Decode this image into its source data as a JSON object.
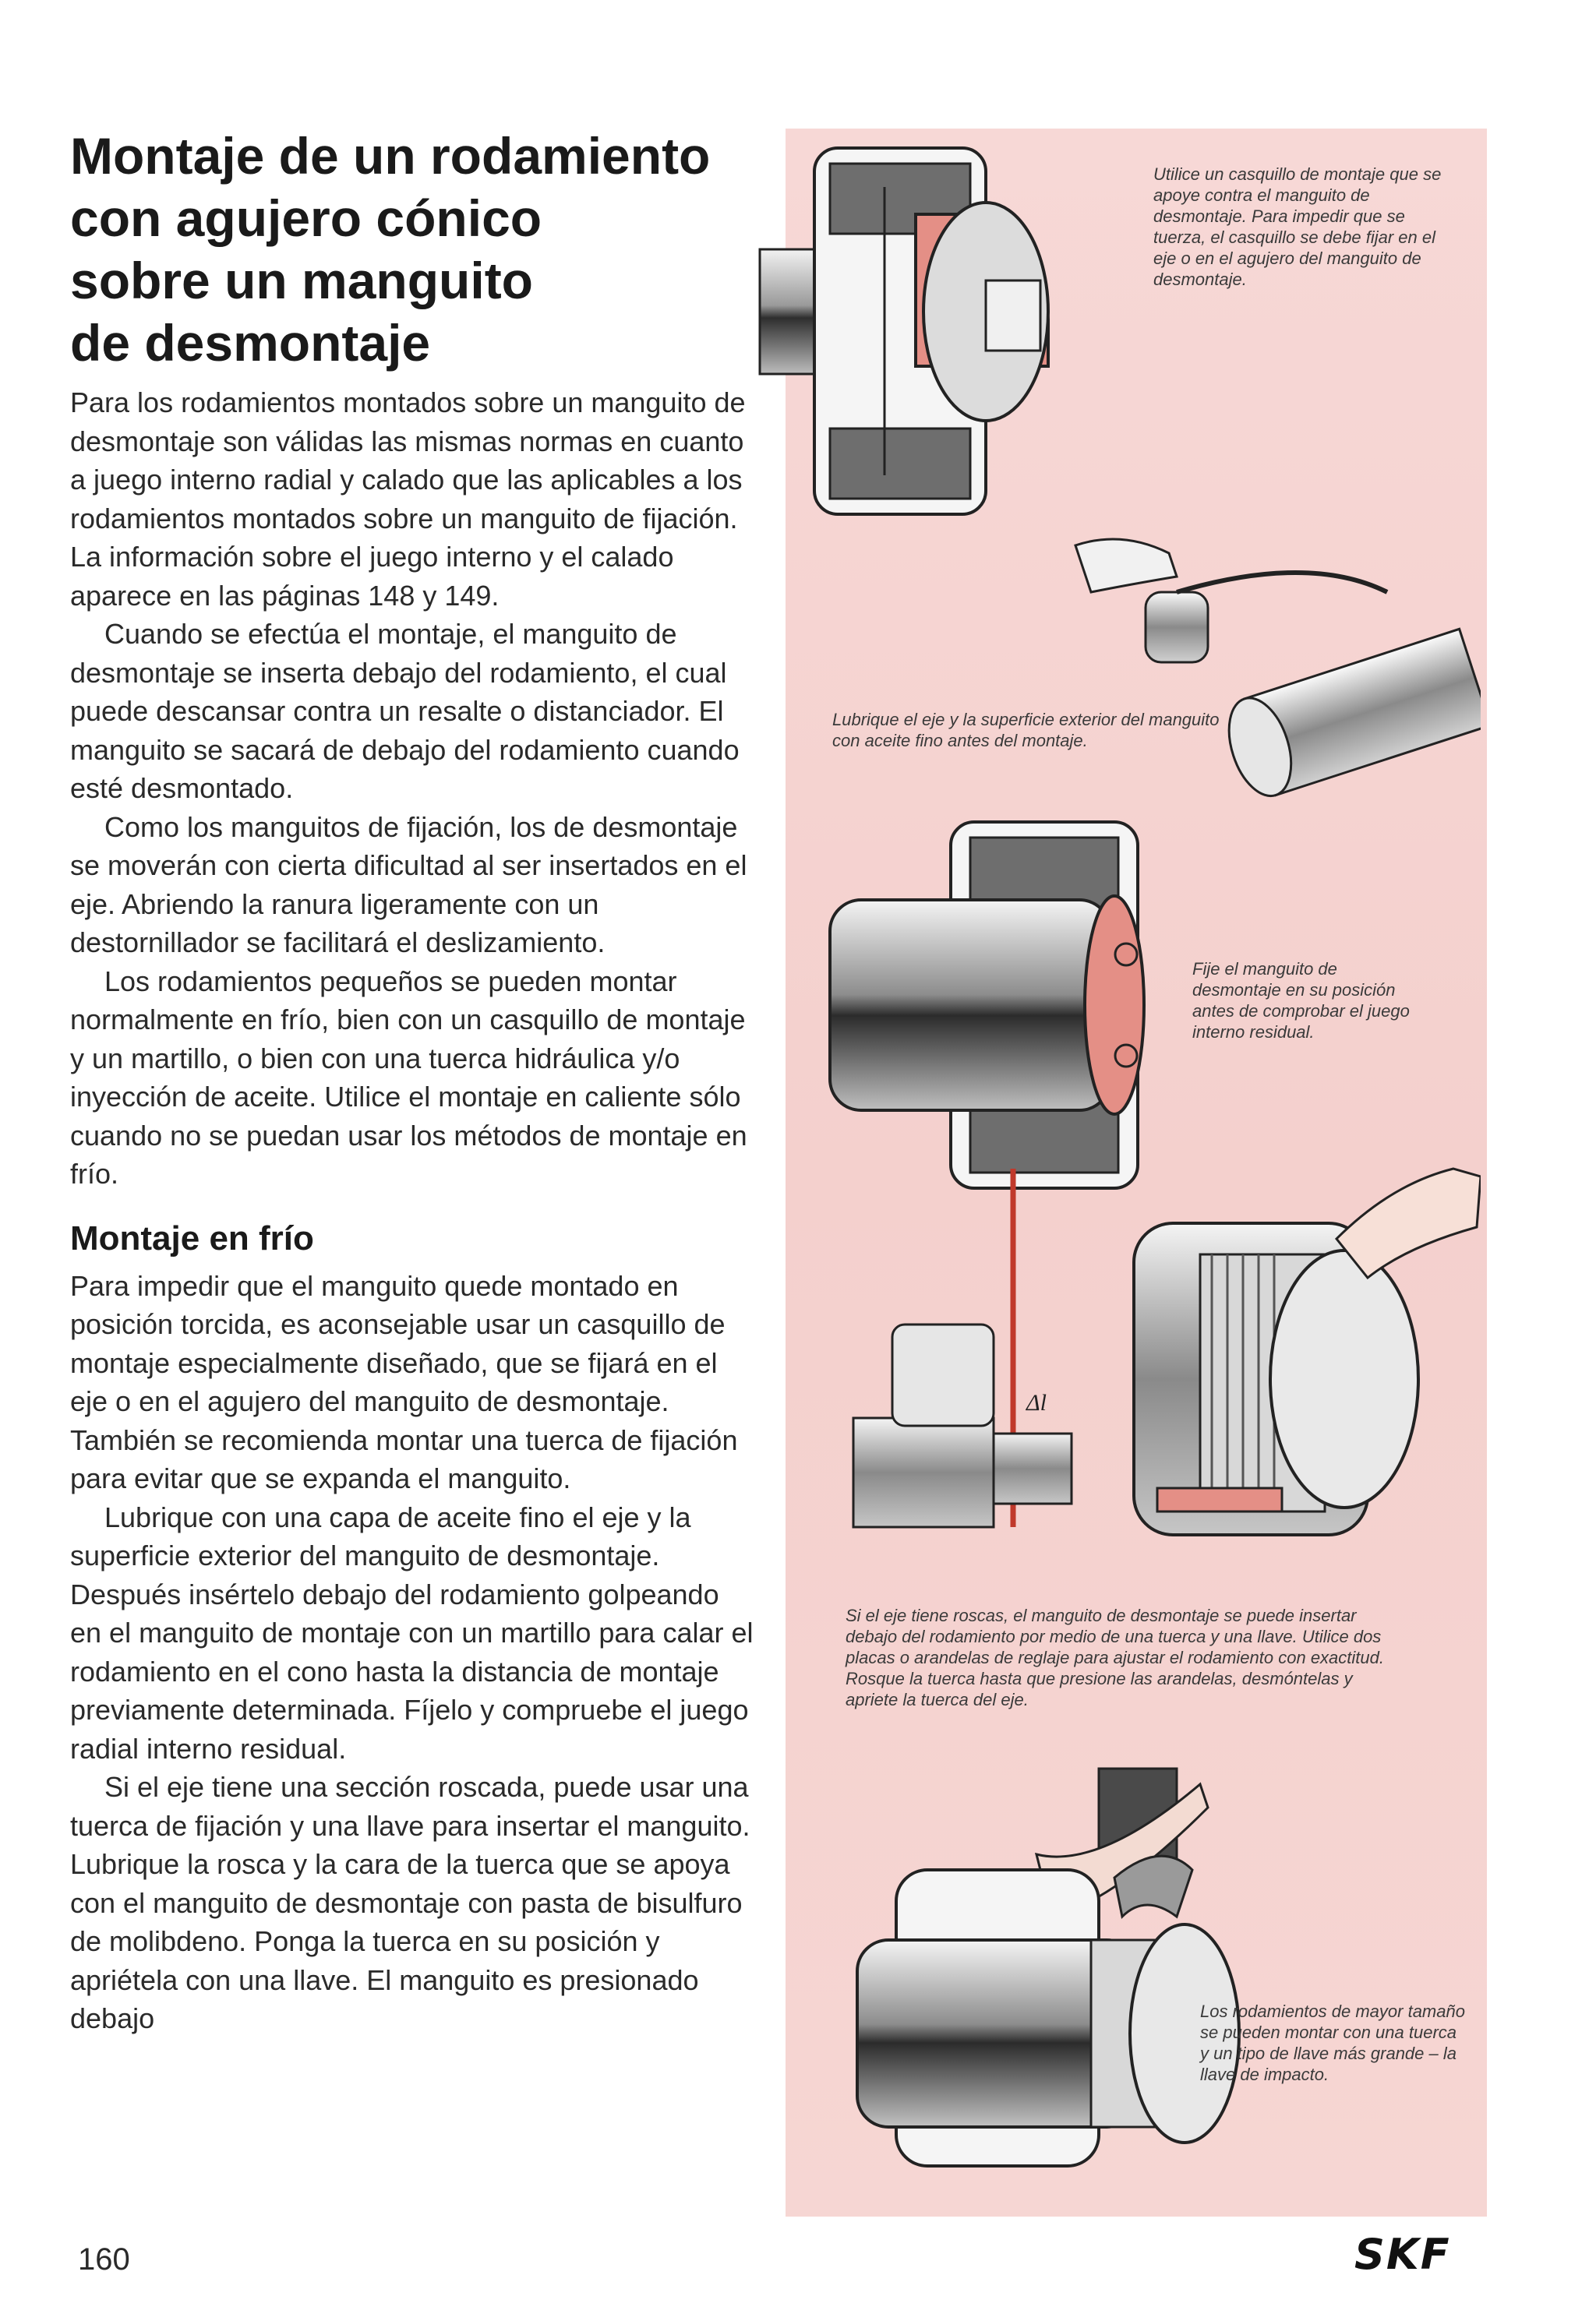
{
  "title_lines": [
    "Montaje de un rodamiento",
    "con agujero cónico",
    "sobre un manguito",
    "de desmontaje"
  ],
  "intro_paragraphs": [
    "Para los rodamientos montados sobre un manguito de desmontaje son válidas las mismas normas en cuanto a juego interno radial y calado que las aplicables a los rodamientos montados sobre un manguito de fijación. La información sobre el juego interno y el calado aparece en las páginas 148 y 149.",
    "Cuando se efectúa el montaje, el manguito de desmontaje se inserta debajo del rodamiento, el cual puede descansar contra un resalte o distanciador. El manguito se sacará de debajo del rodamiento cuando esté desmontado.",
    "Como los manguitos de fijación, los de desmontaje se moverán con cierta dificultad al ser insertados en el eje. Abriendo la ranura ligeramente con un destornillador se facilitará el deslizamiento.",
    "Los rodamientos pequeños se pueden montar normalmente en frío, bien con un casquillo de montaje y un martillo, o bien con una tuerca hidráulica y/o inyección de aceite. Utilice el montaje en caliente sólo cuando no se puedan usar los métodos de montaje en frío."
  ],
  "section_heading": "Montaje en frío",
  "cold_paragraphs": [
    "Para impedir que el manguito quede montado en posición torcida, es aconsejable usar un casquillo de montaje especialmente diseñado, que se fijará en el eje o en el agujero del manguito de desmontaje. También se recomienda montar una tuerca de fijación para evitar que se expanda el manguito.",
    "Lubrique con una capa de aceite fino el eje y la superficie exterior del manguito de desmontaje. Después insértelo debajo del rodamiento golpeando en el manguito de montaje con un martillo para calar el rodamiento en el cono hasta la distancia de montaje previamente determinada. Fíjelo y compruebe el juego radial interno residual.",
    "Si el eje tiene una sección roscada, puede usar una tuerca de fijación y una llave para insertar el manguito. Lubrique la rosca y la cara de la tuerca que se apoya con el manguito de desmontaje con pasta de bisulfuro de molibdeno. Ponga la tuerca en su posición y apriétela con una llave. El manguito es presionado debajo"
  ],
  "captions": {
    "c1": "Utilice un casquillo de montaje que se apoye contra el manguito de desmontaje. Para impedir que se tuerza, el casquillo se debe fijar en el eje o en el agujero del manguito de desmontaje.",
    "c2": "Lubrique el eje y la superficie exterior del manguito con aceite fino antes del montaje.",
    "c3": "Fije el manguito de desmontaje en su posición antes de comprobar el juego interno residual.",
    "c4": "Si el eje tiene roscas, el manguito de desmontaje se puede insertar debajo del rodamiento por medio de una tuerca y una llave. Utilice dos placas o arandelas de reglaje para ajustar el rodamiento con exactitud. Rosque la tuerca hasta que presione las arandelas, desmóntelas y apriete la tuerca del eje.",
    "c5": "Los rodamientos de mayor tamaño se pueden montar con una tuerca y un tipo de llave más grande – la llave de impacto."
  },
  "figure_label_delta": "Δl",
  "page_number": "160",
  "logo_text": "SKF",
  "colors": {
    "panel_pink": "#f5d3d0",
    "part_red": "#e48f86",
    "metal_dark": "#3a3a3a",
    "metal_light": "#e9e9e9",
    "gauge_red": "#c0392b"
  }
}
